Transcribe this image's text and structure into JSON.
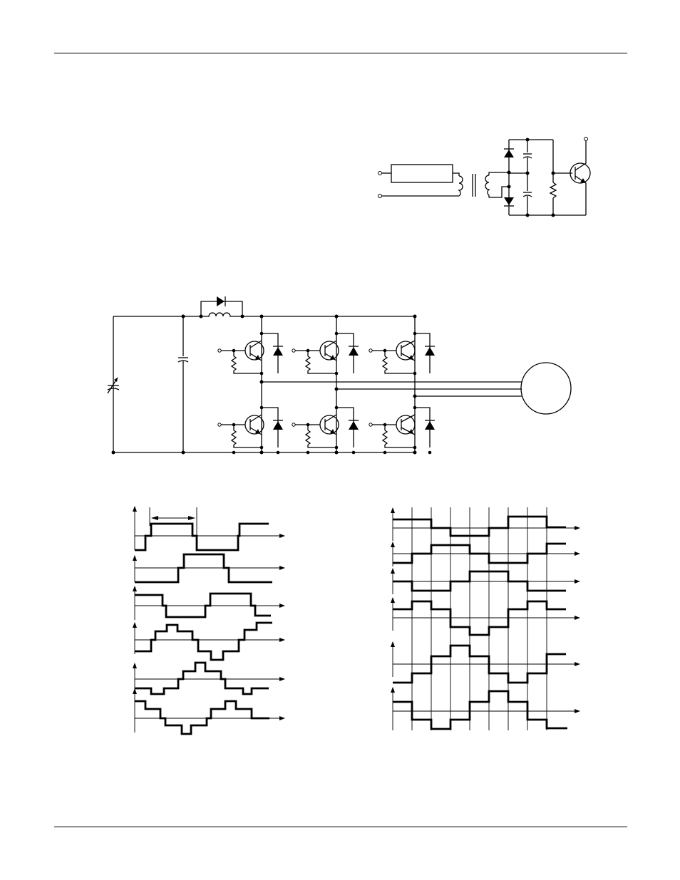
{
  "figures": [
    {
      "name": "gate-drive-circuit"
    },
    {
      "name": "inverter-bridge-circuit"
    },
    {
      "name": "six-step-waveforms"
    },
    {
      "name": "pwm-step-waveforms"
    }
  ],
  "waveforms_left": {
    "rows": 6,
    "levels": "stepped"
  },
  "waveforms_right": {
    "rows": 6,
    "grid_lines": 9
  }
}
